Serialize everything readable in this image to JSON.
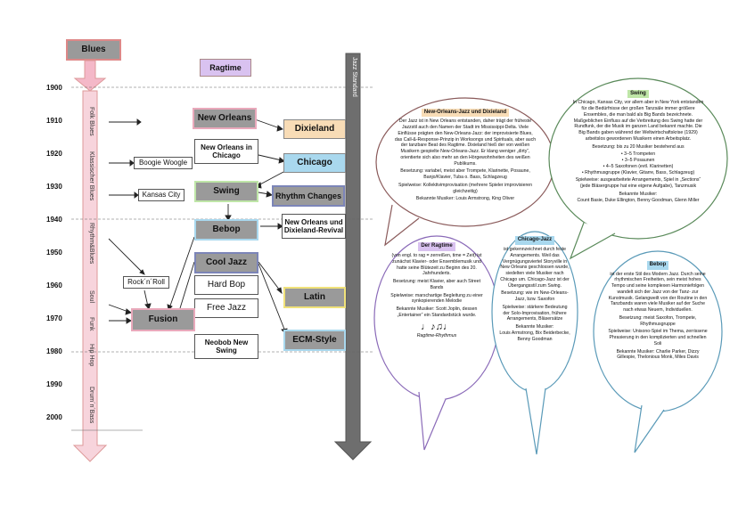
{
  "timeline": {
    "years": [
      "1900",
      "1910",
      "1920",
      "1930",
      "1940",
      "1950",
      "1960",
      "1970",
      "1980",
      "1990",
      "2000"
    ],
    "left_bar_labels": [
      "Folk Blues",
      "Klassischer Blues",
      "Rhythm&Blues",
      "Soul",
      "Funk",
      "Hip Hop",
      "Drum´n´Bass"
    ],
    "right_bar_label": "Jazz Standard"
  },
  "styles": {
    "blues": "Blues",
    "ragtime": "Ragtime",
    "new_orleans": "New Orleans",
    "dixieland": "Dixieland",
    "new_orleans_chicago": "New Orleans in Chicago",
    "boogie": "Boogie Woogle",
    "chicago": "Chicago",
    "kansas": "Kansas City",
    "swing": "Swing",
    "rhythm_changes": "Rhythm Changes",
    "bebop": "Bebop",
    "revival": "New Orleans und Dixieland-Revival",
    "rocknroll": "Rock´n´Roll",
    "cool_jazz": "Cool Jazz",
    "hard_bop": "Hard Bop",
    "free_jazz": "Free Jazz",
    "fusion": "Fusion",
    "latin": "Latin",
    "ecm": "ECM-Style",
    "neobob": "Neobob New Swing"
  },
  "bubbles": {
    "nola": {
      "title": "New-Orleans-Jazz und Dixieland",
      "paras": [
        "Der Jazz ist in New Orleans entstanden, daher trägt der früheste Jazzstil auch den Namen der Stadt im Mississippi-Delta. Viele Einflüsse prägten den New-Orleans-Jazz: der improvisierte Blues, das Call-&-Response-Prinzip in Worksongs und Spirituals, aber auch der tanzbare Beat des Ragtime. Dixieland hieß der von weißen Musikern gespielte New-Orleans-Jazz. Er klang weniger „dirty“, orientierte sich also mehr an den Hörgewohnheiten des weißen Publikums.",
        "Besetzung: variabel, meist aber Trompete, Klarinette, Posaune, Banjo/Klavier, Tuba o. Bass, Schlagzeug",
        "Spielweise: Kollektivimprovisation (mehrere Spieler improvisieren gleichzeitig)",
        "Bekannte Musiker: Louis Armstrong, King Oliver"
      ]
    },
    "swing": {
      "title": "Swing",
      "paras": [
        "In Chicago, Kansas City, vor allem aber in New York entstanden für die Bedürfnisse der großen Tanzsäle immer größere Ensembles, die man bald als Big Bands bezeichnete. Maßgeblichen Einfluss auf die Verbreitung des Swing hatte der Rundfunk, der die Musik im ganzen Land bekannt machte. Die Big Bands gaben während der Weltwirtschaftskrise (1929) arbeitslos gewordenen Musikern einen Arbeitsplatz.",
        "Besetzung: bis zu 20 Musiker bestehend aus",
        "• 3–5 Trompeten",
        "• 3–5 Posaunen",
        "• 4–5 Saxofonen (evtl. Klarinetten)",
        "• Rhythmusgruppe (Klavier, Gitarre, Bass, Schlagzeug)",
        "Spielweise: ausgearbeitete Arrangements, Spiel in „Sections“ (jede Bläsergruppe hat eine eigene Aufgabe), Tanzmusik",
        "Bekannte Musiker:",
        "Count Basie, Duke Ellington, Benny Goodman, Glenn Miller"
      ]
    },
    "ragtime": {
      "title": "Der Ragtime",
      "paras": [
        "(von engl. to rag = zerreißen, time = Zeit) ist zunächst Klavier- oder Ensemblemusik und hatte seine Blütezeit zu Beginn des 20. Jahrhunderts.",
        "Besetzung: meist Klavier, aber auch Street Bands",
        "Spielweise: marschartige Begleitung zu einer synkopierenden Melodie",
        "Bekannte Musiker: Scott Joplin, dessen „Entertainer“ ein Standardstück wurde.",
        "Ragtime-Rhythmus"
      ]
    },
    "chicago": {
      "title": "Chicago-Jazz",
      "paras": [
        "ist gekennzeichnet durch feste Arrangements. Weil das Vergnügungsviertel Storyville in New Orleans geschlossen wurde, siedelten viele Musiker nach Chicago um. Chicago-Jazz ist der Übergangsstil zum Swing.",
        "Besetzung: wie im New-Orleans-Jazz, bzw. Saxofon",
        "Spielweise: stärkere Bedeutung der Solo-Improvisation, frühere Arrangements, Bläsersätze",
        "Bekannte Musiker:",
        "Louis Armstrong, Bix Beiderbecke, Benny Goodman"
      ]
    },
    "bebop": {
      "title": "Bebop",
      "paras": [
        "ist der erste Stil des Modern Jazz. Durch seine rhythmischen Freiheiten, sein meist hohes Tempo und seine komplexen Harmoniefolgen wandelt sich der Jazz von der Tanz- zur Kunstmusik. Gelangweilt von der Routine in den Tanzbands waren viele Musiker auf der Suche nach etwas Neuem, Individuellen.",
        "Besetzung: meist Saxofon, Trompete, Rhythmusgruppe",
        "Spielweise: Unisono-Spiel im Thema, zerrissene Phrasierung in den komplizierten und schnellen Soli",
        "Bekannte Musiker: Charlie Parker, Dizzy Gillespie, Thelonious Monk, Miles Davis"
      ]
    }
  },
  "colors": {
    "pink": "#f4b8c8",
    "purple": "#c9a8e8",
    "peach": "#f5d3a8",
    "lightblue": "#a9d8ee",
    "green": "#bfe6a8",
    "gray": "#9a9a9a",
    "darkgray": "#6e6e6e"
  }
}
